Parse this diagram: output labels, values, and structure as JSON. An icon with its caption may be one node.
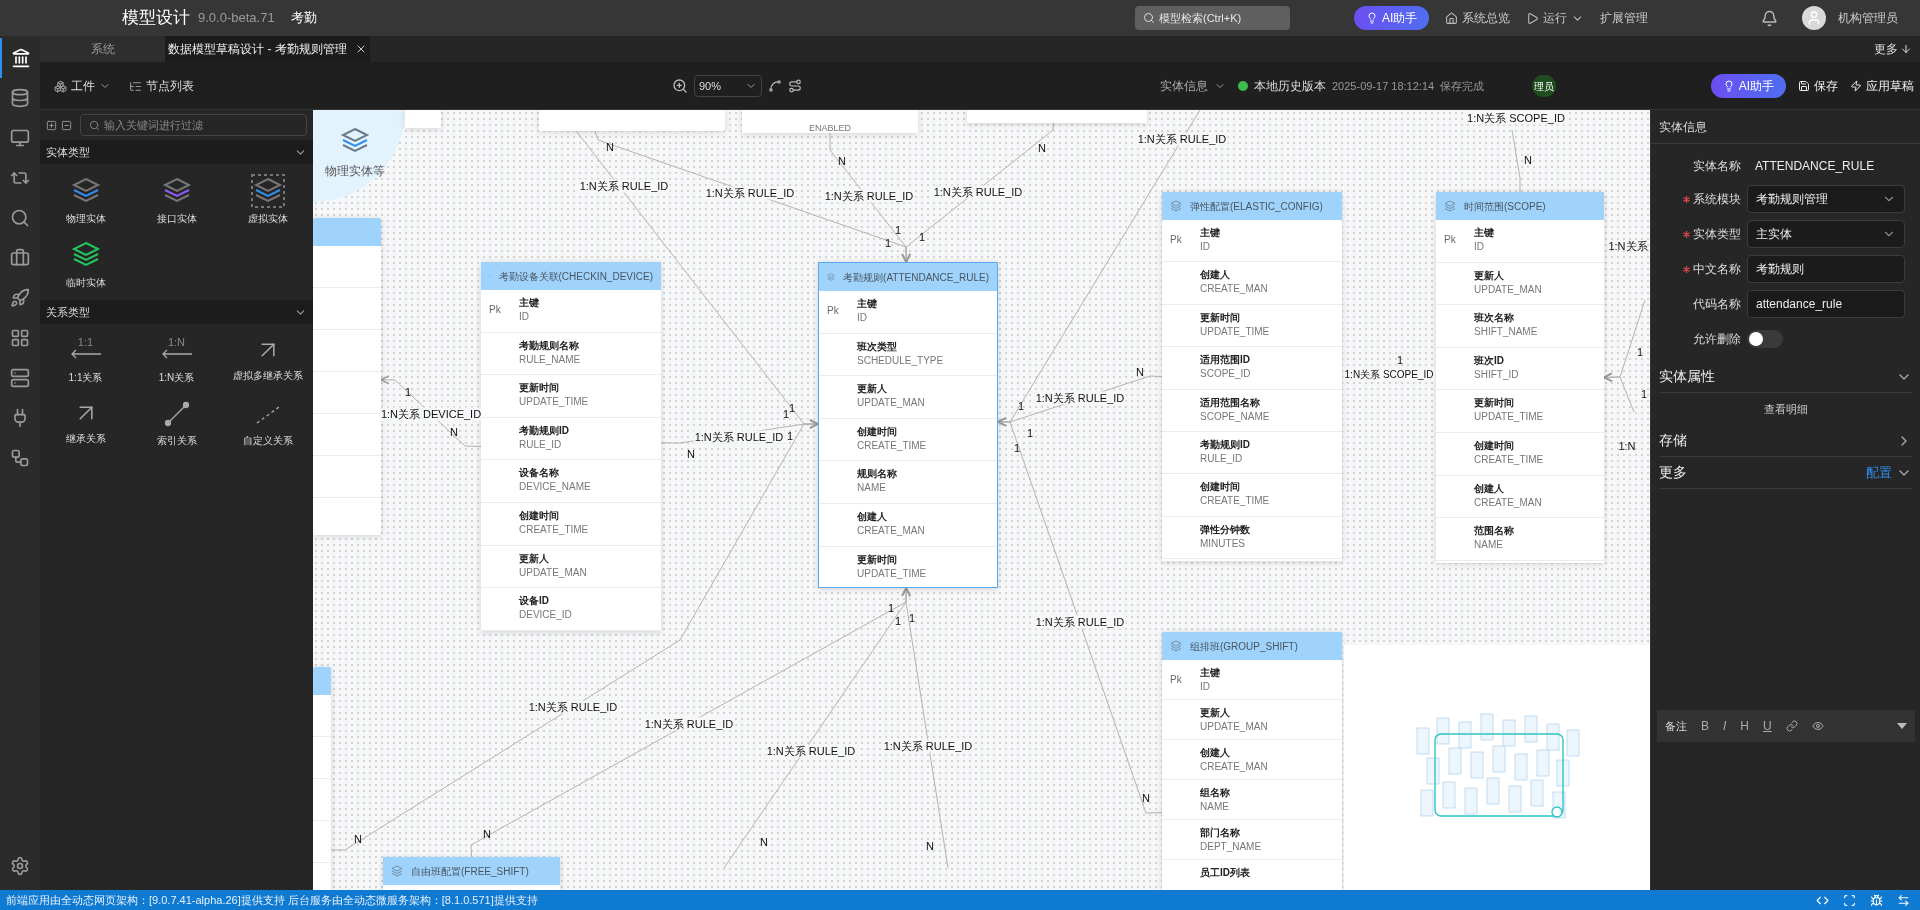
{
  "diagram": {
    "nodes": [
      {
        "text": [
          "物理实体等"
        ]
      },
      {
        "text": [],
        "shape": "box"
      },
      {
        "text": [],
        "shape": "box"
      },
      {
        "text": [
          "ENABLED"
        ]
      },
      {
        "text": [],
        "shape": "box"
      },
      {
        "text": [],
        "shape": "box"
      },
      {
        "text": [
          "考勤设备关联(CHECKIN_DEVICE)",
          "Pk",
          "主键",
          "ID",
          "考勤规则名称",
          "RULE_NAME",
          "更新时间",
          "UPDATE_TIME",
          "考勤规则ID",
          "RULE_ID",
          "设备名称",
          "DEVICE_NAME",
          "创建时间",
          "CREATE_TIME",
          "更新人",
          "UPDATE_MAN",
          "设备ID",
          "DEVICE_ID"
        ]
      },
      {
        "text": [
          "考勤规则(ATTENDANCE_RULE)",
          "Pk",
          "主键",
          "ID",
          "班次类型",
          "SCHEDULE_TYPE",
          "更新人",
          "UPDATE_MAN",
          "创建时间",
          "CREATE_TIME",
          "规则名称",
          "NAME",
          "创建人",
          "CREATE_MAN",
          "更新时间",
          "UPDATE_TIME"
        ]
      },
      {
        "text": [
          "弹性配置(ELASTIC_CONFIG)",
          "Pk",
          "主键",
          "ID",
          "创建人",
          "CREATE_MAN",
          "更新时间",
          "UPDATE_TIME",
          "适用范围ID",
          "SCOPE_ID",
          "适用范围名称",
          "SCOPE_NAME",
          "考勤规则ID",
          "RULE_ID",
          "创建时间",
          "CREATE_TIME",
          "弹性分钟数",
          "MINUTES"
        ]
      },
      {
        "text": [
          "时间范围(SCOPE)",
          "Pk",
          "主键",
          "ID",
          "更新人",
          "UPDATE_MAN",
          "班次名称",
          "SHIFT_NAME",
          "班次ID",
          "SHIFT_ID",
          "更新时间",
          "UPDATE_TIME",
          "创建时间",
          "CREATE_TIME",
          "创建人",
          "CREATE_MAN",
          "范围名称",
          "NAME"
        ]
      },
      {
        "text": [],
        "shape": "box"
      },
      {
        "text": [
          "组排班(GROUP_SHIFT)",
          "Pk",
          "主键",
          "ID",
          "更新人",
          "UPDATE_MAN",
          "创建人",
          "CREATE_MAN",
          "组名称",
          "NAME",
          "部门名称",
          "DEPT_NAME",
          "员工ID列表"
        ]
      },
      {
        "text": [
          "自由班配置(FREE_SHIFT)"
        ]
      }
    ],
    "edges": [
      {
        "from": 2,
        "to": 7,
        "arrow": "to",
        "label": "1:N关系 RULE_ID"
      },
      {
        "from": 2,
        "to": 7,
        "arrow": "to",
        "label": "1:N关系 RULE_ID"
      },
      {
        "from": 3,
        "to": 7,
        "arrow": "to",
        "label": "1:N关系 RULE_ID"
      },
      {
        "from": 4,
        "to": 7,
        "arrow": "to",
        "label": "1:N关系 RULE_ID"
      },
      {
        "from": null,
        "to": 7,
        "arrow": "to",
        "label": "1:N关系 RULE_ID"
      },
      {
        "from": 8,
        "to": 7,
        "arrow": "to",
        "label": "1:N关系 RULE_ID"
      },
      {
        "from": 6,
        "to": 7,
        "arrow": "to",
        "label": "1:N关系 RULE_ID"
      },
      {
        "from": 6,
        "to": 5,
        "arrow": "to",
        "label": "1:N关系 DEVICE_ID"
      },
      {
        "from": 10,
        "to": 7,
        "arrow": "to",
        "label": "1:N关系 RULE_ID"
      },
      {
        "from": 12,
        "to": 7,
        "arrow": "to",
        "label": "1:N关系 RULE_ID"
      },
      {
        "from": null,
        "to": 7,
        "arrow": "to",
        "label": "1:N关系 RULE_ID"
      },
      {
        "from": null,
        "to": 7,
        "arrow": "to",
        "label": "1:N关系 RULE_ID"
      },
      {
        "from": 11,
        "to": 7,
        "arrow": "to",
        "label": "1:N关系 RULE_ID"
      },
      {
        "from": 9,
        "to": null,
        "arrow": "none",
        "label": "1:N关系 SCOPE_ID"
      },
      {
        "from": null,
        "to": 9,
        "arrow": "to"
      },
      {
        "from": null,
        "to": 9,
        "arrow": "to"
      }
    ],
    "labels": [
      "模型设计",
      "9.0.0-beta.71",
      "考勤",
      "模型检索(Ctrl+K)",
      "AI助手",
      "系统总览",
      "运行",
      "扩展管理",
      "机构管理员",
      "系统",
      "数据模型草稿设计 - 考勤规则管理",
      "更多",
      "工件",
      "节点列表",
      "90%",
      "实体信息",
      "本地历史版本",
      "2025-09-17 18:12:14",
      "保存完成",
      "理员",
      "AI助手",
      "保存",
      "应用草稿",
      "输入关键词进行过滤",
      "实体类型",
      "物理实体",
      "接口实体",
      "虚拟实体",
      "临时实体",
      "关系类型",
      "1:1",
      "1:N",
      "1:1关系",
      "1:N关系",
      "虚拟多继承关系",
      "继承关系",
      "索引关系",
      "自定义关系",
      "实体信息",
      "实体名称",
      "ATTENDANCE_RULE",
      "系统模块",
      "考勤规则管理",
      "实体类型",
      "主实体",
      "中文名称",
      "考勤规则",
      "代码名称",
      "attendance_rule",
      "允许删除",
      "实体属性",
      "查看明细",
      "存储",
      "更多",
      "配置",
      "备注",
      "B",
      "I",
      "H",
      "U",
      "前端应用由全动态网页架构：[9.0.7.41-alpha.26]提供支持 后台服务由全动态微服务架构：[8.1.0.571]提供支持",
      "N",
      "N",
      "N",
      "N",
      "1",
      "1",
      "1",
      "1:N关系",
      "1",
      "1:N关系 SCOPE_ID",
      "1",
      "1",
      "1",
      "1",
      "N",
      "1",
      "1",
      "1",
      "N",
      "N",
      "1",
      "1",
      "1:N",
      "1",
      "1",
      "1",
      "N",
      "N",
      "N",
      "N",
      "N"
    ]
  }
}
